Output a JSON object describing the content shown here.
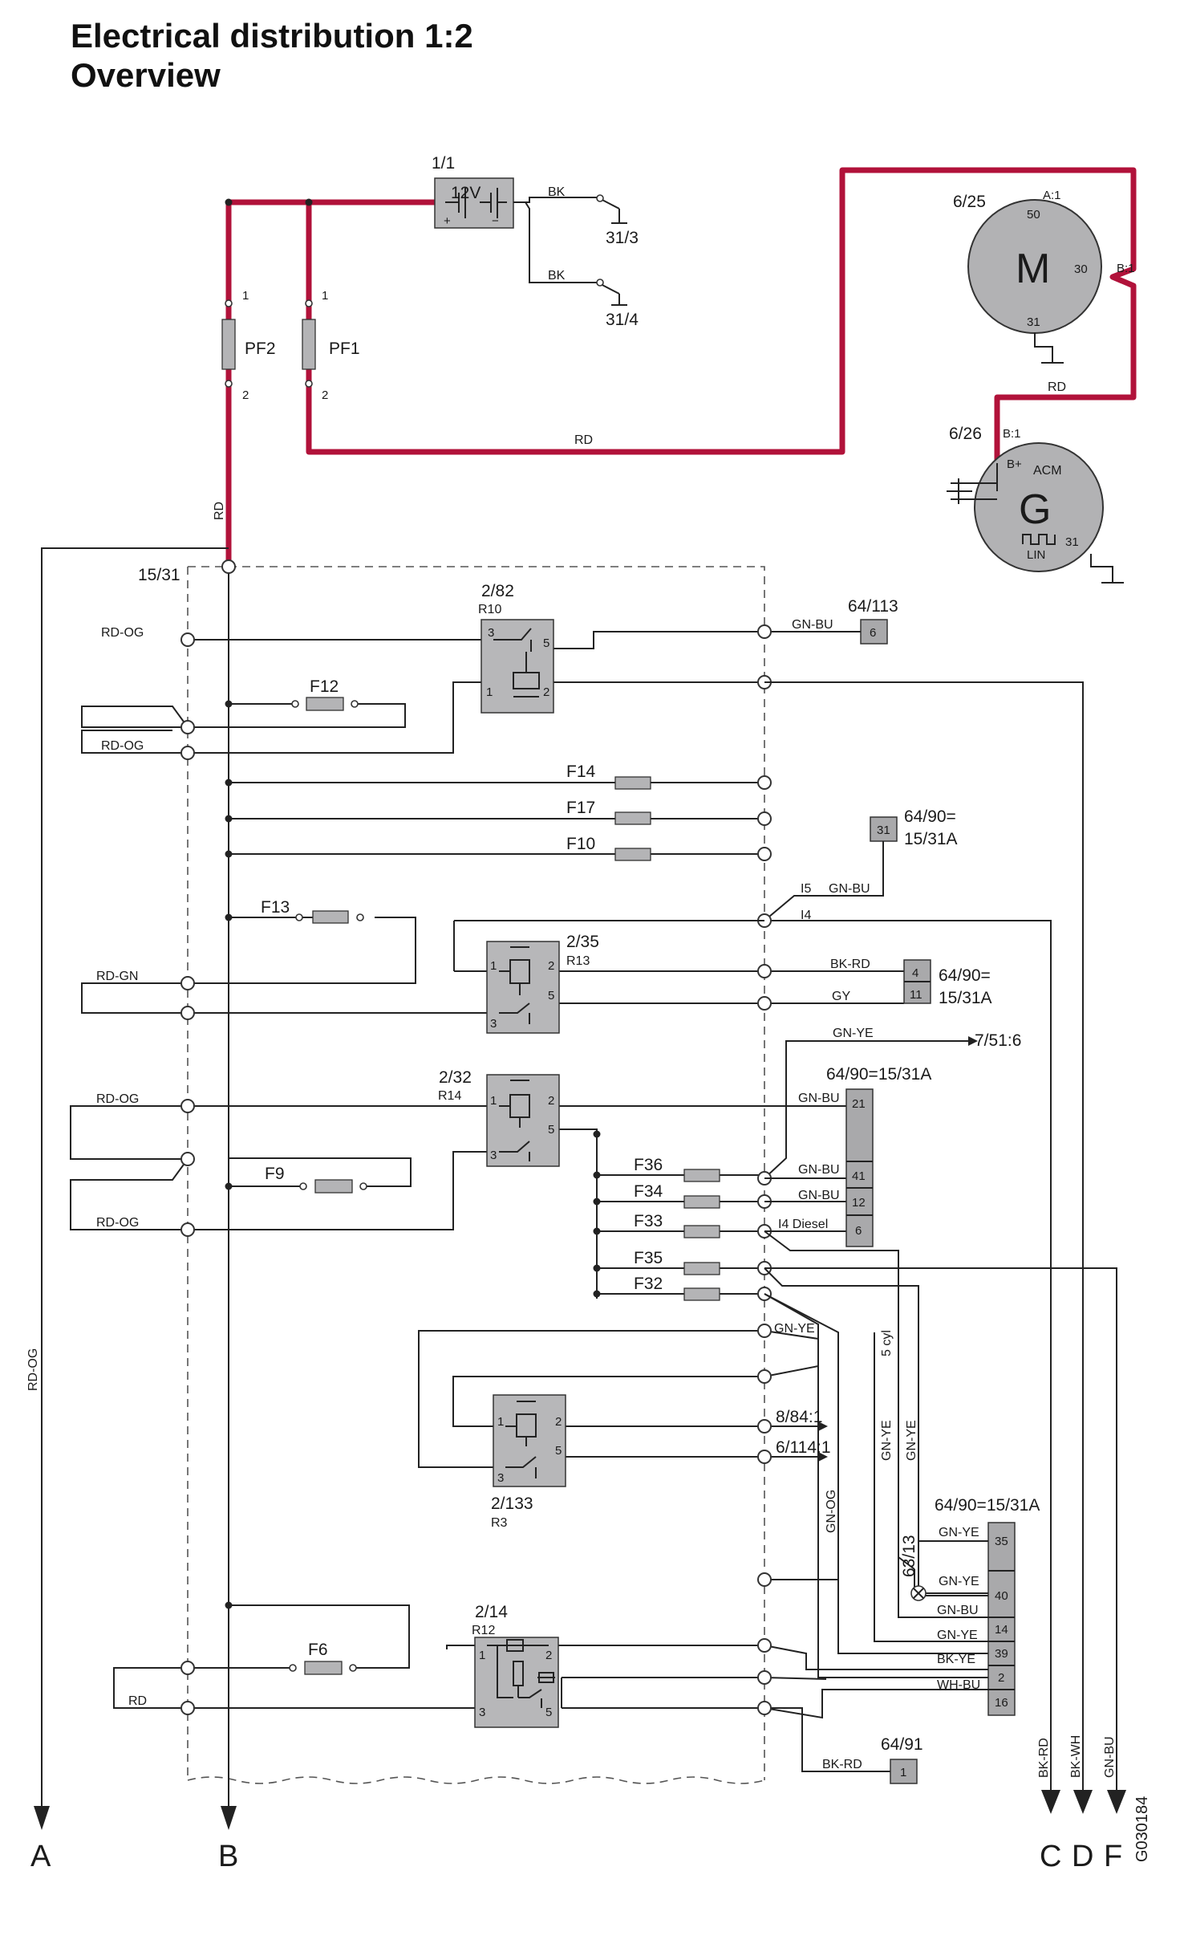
{
  "title": {
    "line1": "Electrical distribution 1:2",
    "line2": "Overview"
  },
  "battery": {
    "ref": "1/1",
    "voltage": "12V",
    "plus": "+",
    "minus": "−"
  },
  "grounds": [
    "31/3",
    "31/4"
  ],
  "starter": {
    "ref": "6/25",
    "symbol": "M",
    "pin_a": "A:1",
    "pin_50": "50",
    "pin_30": "30",
    "pin_b": "B:1",
    "pin_31": "31"
  },
  "alternator": {
    "ref": "6/26",
    "symbol": "G",
    "pin_b": "B:1",
    "bplus": "B+",
    "acm": "ACM",
    "pin_31": "31",
    "lin": "LIN"
  },
  "fuses": {
    "pf2": "PF2",
    "pf1": "PF1",
    "f12": "F12",
    "f14": "F14",
    "f17": "F17",
    "f10": "F10",
    "f13": "F13",
    "f9": "F9",
    "f36": "F36",
    "f34": "F34",
    "f33": "F33",
    "f35": "F35",
    "f32": "F32",
    "f6": "F6"
  },
  "pins": {
    "p1": "1",
    "p2": "2",
    "p3": "3",
    "p5": "5"
  },
  "relays": {
    "r10": {
      "ref": "2/82",
      "name": "R10"
    },
    "r13": {
      "ref": "2/35",
      "name": "R13"
    },
    "r14": {
      "ref": "2/32",
      "name": "R14"
    },
    "r3": {
      "ref": "2/133",
      "name": "R3"
    },
    "r12": {
      "ref": "2/14",
      "name": "R12"
    }
  },
  "terminal": "15/31",
  "wires": {
    "bk": "BK",
    "rd": "RD",
    "rd_og": "RD-OG",
    "rd_gn": "RD-GN",
    "gn_bu": "GN-BU",
    "bk_rd": "BK-RD",
    "gy": "GY",
    "gn_ye": "GN-YE",
    "gn_og": "GN-OG",
    "bk_ye": "BK-YE",
    "wh_bu": "WH-BU",
    "bk_wh": "BK-WH"
  },
  "misc": {
    "i5": "I5",
    "i4": "I4",
    "i4_diesel": "I4 Diesel",
    "cyl5": "5 cyl",
    "lamp": "63/13",
    "code": "G030184"
  },
  "connectors": {
    "c64_113": {
      "ref": "64/113",
      "pin": "6"
    },
    "c64_90a": {
      "line1": "64/90=",
      "line2": "15/31A",
      "pin": "31"
    },
    "c64_90b": {
      "line1": "64/90=",
      "line2": "15/31A",
      "pins": [
        "4",
        "11"
      ]
    },
    "c64_90c": {
      "ref": "64/90=15/31A",
      "pins": [
        "21",
        "41",
        "12",
        "6"
      ]
    },
    "c64_90d": {
      "ref": "64/90=15/31A",
      "pins": [
        "35",
        "40",
        "14",
        "39",
        "2",
        "16"
      ]
    },
    "c64_91": {
      "ref": "64/91",
      "pin": "1"
    }
  },
  "refs": {
    "r751": "7/51:6",
    "r884": "8/84:1",
    "r6114": "6/114:1"
  },
  "outputs": [
    "A",
    "B",
    "C",
    "D",
    "F"
  ]
}
